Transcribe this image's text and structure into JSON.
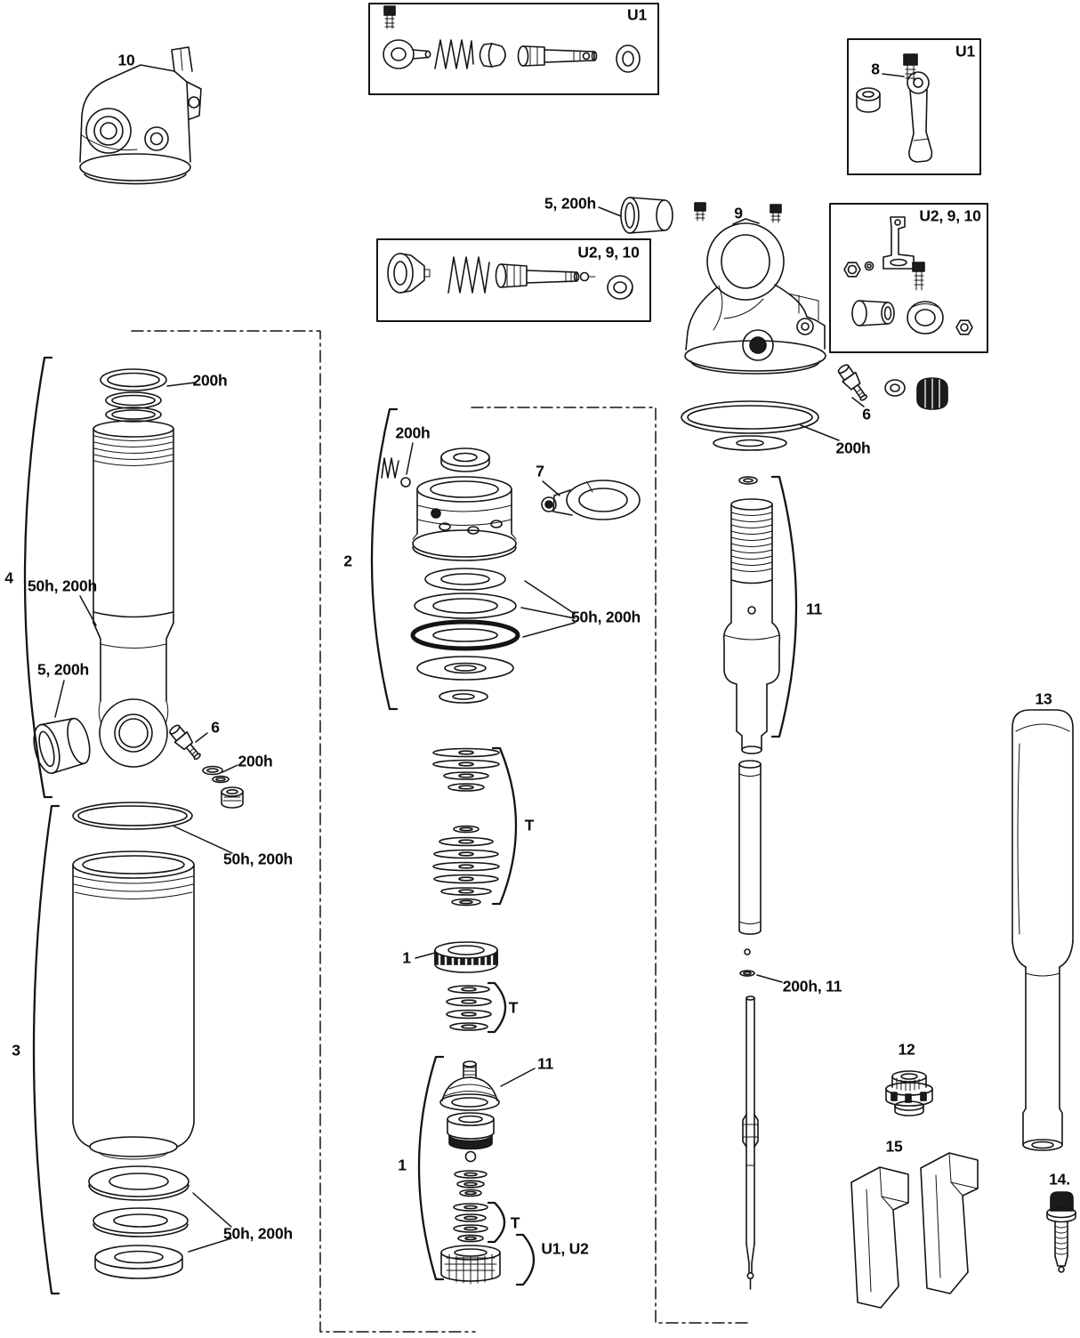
{
  "colors": {
    "ink": "#141414",
    "background": "#ffffff"
  },
  "callouts": [
    {
      "name": "part-10",
      "text": "10"
    },
    {
      "name": "u1-top-box",
      "text": "U1"
    },
    {
      "name": "u1-right-box",
      "text": "U1"
    },
    {
      "name": "part-8",
      "text": "8"
    },
    {
      "name": "bushing-top",
      "text": "5, 200h"
    },
    {
      "name": "part-9",
      "text": "9"
    },
    {
      "name": "u2-9-10-right",
      "text": "U2, 9, 10"
    },
    {
      "name": "u2-9-10-mid",
      "text": "U2, 9, 10"
    },
    {
      "name": "part-6-right",
      "text": "6"
    },
    {
      "name": "oring-right",
      "text": "200h"
    },
    {
      "name": "topcap-left",
      "text": "200h"
    },
    {
      "name": "part-4",
      "text": "4"
    },
    {
      "name": "body-left",
      "text": "50h, 200h"
    },
    {
      "name": "bushing-left",
      "text": "5, 200h"
    },
    {
      "name": "part-6-left",
      "text": "6"
    },
    {
      "name": "orings-left",
      "text": "200h"
    },
    {
      "name": "part-3",
      "text": "3"
    },
    {
      "name": "can-oring",
      "text": "50h, 200h"
    },
    {
      "name": "can-seals",
      "text": "50h, 200h"
    },
    {
      "name": "part-2",
      "text": "2"
    },
    {
      "name": "ball-mid",
      "text": "200h"
    },
    {
      "name": "part-7",
      "text": "7"
    },
    {
      "name": "seals-mid",
      "text": "50h, 200h"
    },
    {
      "name": "t-mid",
      "text": "T"
    },
    {
      "name": "part-1-mid",
      "text": "1"
    },
    {
      "name": "t-upper-small",
      "text": "T"
    },
    {
      "name": "part-11-right",
      "text": "11"
    },
    {
      "name": "oring-11",
      "text": "200h, 11"
    },
    {
      "name": "part-13",
      "text": "13"
    },
    {
      "name": "part-12",
      "text": "12"
    },
    {
      "name": "part-15",
      "text": "15"
    },
    {
      "name": "part-14",
      "text": "14."
    },
    {
      "name": "part-1-bottom",
      "text": "1"
    },
    {
      "name": "part-11-bottom",
      "text": "11"
    },
    {
      "name": "t-bottom",
      "text": "T"
    },
    {
      "name": "u1-u2",
      "text": "U1, U2"
    }
  ]
}
